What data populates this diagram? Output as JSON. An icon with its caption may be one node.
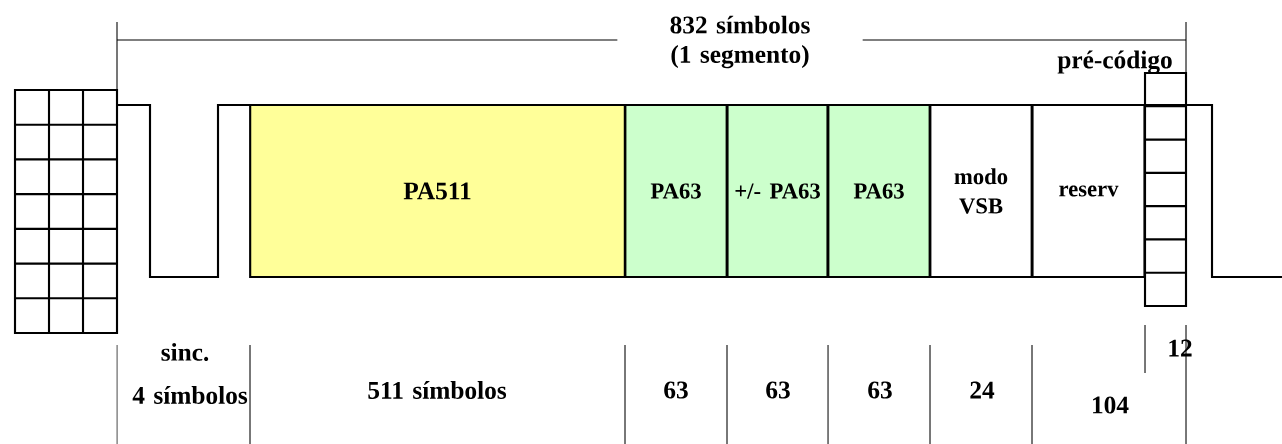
{
  "diagram": {
    "nodes": [
      {
        "text": [
          "PA511"
        ]
      },
      {
        "text": [
          "PA63"
        ]
      },
      {
        "text": [
          "+/- PA63"
        ]
      },
      {
        "text": [
          "PA63"
        ]
      },
      {
        "text": [
          "modo VSB"
        ]
      },
      {
        "text": [
          "reserv"
        ]
      },
      {
        "text": [
          "pré-código"
        ]
      }
    ],
    "labels": [
      "832 símbolos (1 segmento)",
      "sinc.",
      "4 símbolos",
      "511 símbolos",
      "63",
      "63",
      "63",
      "24",
      "104",
      "12"
    ]
  }
}
